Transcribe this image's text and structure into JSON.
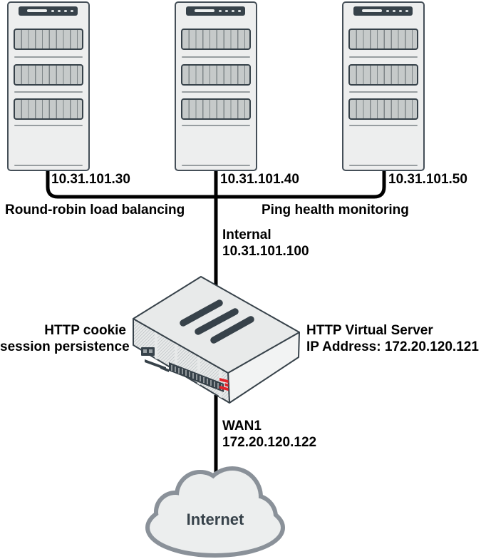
{
  "diagram": {
    "servers": [
      {
        "ip": "10.31.101.30"
      },
      {
        "ip": "10.31.101.40"
      },
      {
        "ip": "10.31.101.50"
      }
    ],
    "annotations": {
      "load_balancing": "Round-robin load balancing",
      "health_monitoring": "Ping health monitoring"
    },
    "internal_interface": {
      "name": "Internal",
      "ip": "10.31.101.100"
    },
    "session_note": {
      "line1": "HTTP cookie",
      "line2": "session persistence"
    },
    "virtual_server": {
      "line1": "HTTP Virtual Server",
      "line2": "IP Address: 172.20.120.121"
    },
    "wan_interface": {
      "name": "WAN1",
      "ip": "172.20.120.122"
    },
    "internet": {
      "label": "Internet"
    },
    "colors": {
      "line": "#000000",
      "dark_slate": "#37424A",
      "device_red": "#E2232A",
      "server_body": "#EDEEEE",
      "bay_fill": "#C6CACA",
      "cloud_border": "#8A9199",
      "cloud_fill": "#ECEEEE"
    }
  }
}
